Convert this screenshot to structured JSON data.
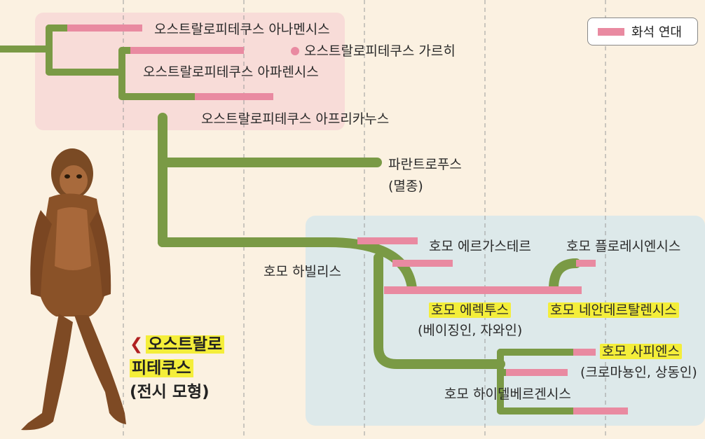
{
  "legend": {
    "label": "화석 연대",
    "color": "#e98aa1"
  },
  "species": {
    "anamensis": "오스트랄로피테쿠스 아나멘시스",
    "garhi": "오스트랄로피테쿠스 가르히",
    "afarensis": "오스트랄로피테쿠스 아파렌시스",
    "africanus": "오스트랄로피테쿠스 아프리카누스",
    "paranthropus": "파란트로푸스",
    "paranthropus_note": "(멸종)",
    "habilis": "호모 하빌리스",
    "ergaster": "호모 에르가스테르",
    "floresiensis": "호모 플로레시엔시스",
    "erectus": "호모 에렉투스",
    "erectus_note": "(베이징인, 자와인)",
    "neanderthalensis": "호모 네안데르탈렌시스",
    "sapiens": "호모 사피엔스",
    "sapiens_note": "(크로마뇽인, 상동인)",
    "heidelbergensis": "호모 하이델베르겐시스"
  },
  "caption": {
    "line1": "오스트랄로",
    "line2": "피테쿠스",
    "line3": "(전시 모형)"
  },
  "colors": {
    "background": "#fbf1e1",
    "branch": "#7a9a45",
    "fossil_bar": "#e98aa1",
    "australopith_zone": "#f8dcd8",
    "homo_zone": "#dde9ea",
    "highlight": "#f4ee3a"
  }
}
